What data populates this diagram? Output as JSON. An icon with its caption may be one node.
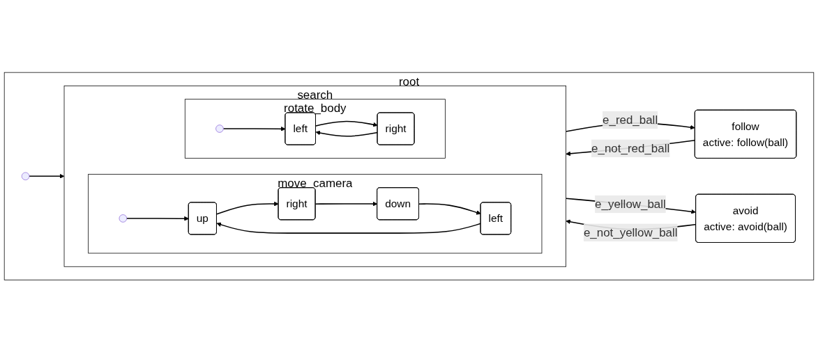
{
  "diagram": {
    "nodes": [
      {
        "text": [
          "root"
        ]
      },
      {
        "text": [],
        "shape": "circle",
        "in": 0
      },
      {
        "text": [
          "follow",
          "active: follow(ball)"
        ],
        "in": 0
      },
      {
        "text": [
          "search"
        ],
        "in": 0
      },
      {
        "text": [
          "move_camera"
        ],
        "in": 3
      },
      {
        "text": [],
        "shape": "circle",
        "in": 4
      },
      {
        "text": [
          "up"
        ],
        "in": 4
      },
      {
        "text": [
          "right"
        ],
        "in": 4
      },
      {
        "text": [
          "left"
        ],
        "in": 4
      },
      {
        "text": [
          "down"
        ],
        "in": 4
      },
      {
        "text": [
          "rotate_body"
        ],
        "in": 3
      },
      {
        "text": [],
        "shape": "circle",
        "in": 10
      },
      {
        "text": [
          "left"
        ],
        "in": 10
      },
      {
        "text": [
          "right"
        ],
        "in": 10
      },
      {
        "text": [
          "avoid",
          "active: avoid(ball)"
        ],
        "in": 0
      }
    ],
    "edges": [
      {
        "from": 1,
        "to": 3,
        "arrow": "to"
      },
      {
        "from": 3,
        "to": 2,
        "arrow": "to",
        "label": "e_red_ball"
      },
      {
        "from": 2,
        "to": 3,
        "arrow": "to",
        "label": "e_not_red_ball"
      },
      {
        "from": 3,
        "to": 14,
        "arrow": "to",
        "label": "e_yellow_ball"
      },
      {
        "from": 14,
        "to": 3,
        "arrow": "to",
        "label": "e_not_yellow_ball"
      },
      {
        "from": 5,
        "to": 6,
        "arrow": "to"
      },
      {
        "from": 6,
        "to": 7,
        "arrow": "to"
      },
      {
        "from": 7,
        "to": 9,
        "arrow": "to"
      },
      {
        "from": 9,
        "to": 8,
        "arrow": "to"
      },
      {
        "from": 8,
        "to": 6,
        "arrow": "to"
      },
      {
        "from": 11,
        "to": 12,
        "arrow": "to"
      },
      {
        "from": 12,
        "to": 13,
        "arrow": "to"
      },
      {
        "from": 13,
        "to": 12,
        "arrow": "to"
      }
    ]
  }
}
